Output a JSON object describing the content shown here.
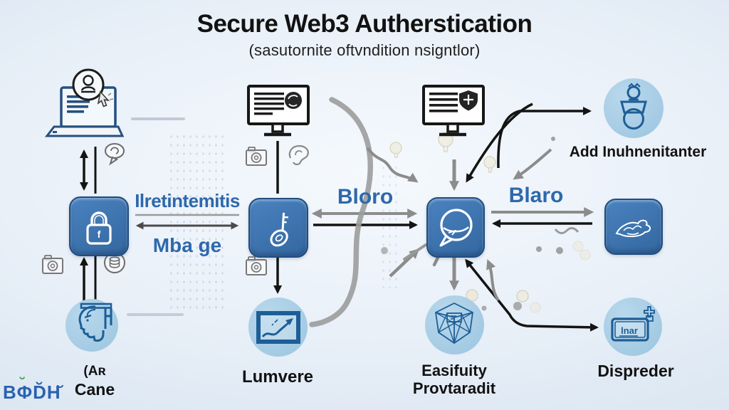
{
  "title": "Secure Web3 Autherstication",
  "subtitle": "(sasutornite oftvndition nsigntlor)",
  "colors": {
    "label_blue": "#2e68ac",
    "square_fill_top": "#4a82c0",
    "square_fill_bottom": "#33679f",
    "square_border": "#1f4d80",
    "circle_fill": "#9cc5e0",
    "icon_stroke": "#1d5e96",
    "node_outline_navy": "#26507f",
    "arrow_gray": "#8c8c8c",
    "arrow_black": "#141414",
    "text_black": "#121212"
  },
  "labels": {
    "link_left_top": "Ilretintemitis",
    "link_left_bottom": "Mba ge",
    "link_mid": "Bloro",
    "link_right": "Blaro",
    "node_add": "Add Inuhnenitanter",
    "node_ar_line1": "(Aʀ",
    "node_ar_line2": "Cane",
    "node_lumvere": "Lumvere",
    "node_easifuity_line1": "Easifuity",
    "node_easifuity_line2": "Provtaradit",
    "node_dispreder": "Dispreder",
    "lock_glyph": "f",
    "card_text": "lnar",
    "watermark": "ΒΦD̆Η̆",
    "watermark_accent": "˘"
  },
  "icons": {
    "laptop": "laptop-identity-badge-icon",
    "monitor_left": "monitor-profile-icon",
    "monitor_right": "monitor-shield-icon",
    "lock": "padlock-icon",
    "key": "key-icon",
    "chat": "chat-globe-icon",
    "scribble": "sketch-scribble-icon",
    "add_person": "person-shield-icon",
    "ar_head": "head-profile-frame-icon",
    "chart": "growth-chart-icon",
    "cube": "wireframe-cube-icon",
    "card": "id-card-plus-icon",
    "speech": "speech-bubble-icon",
    "camera": "camera-icon",
    "database": "database-badge-icon",
    "ear": "ear-sketch-icon",
    "bulb": "lightbulb-doodle-icon"
  }
}
